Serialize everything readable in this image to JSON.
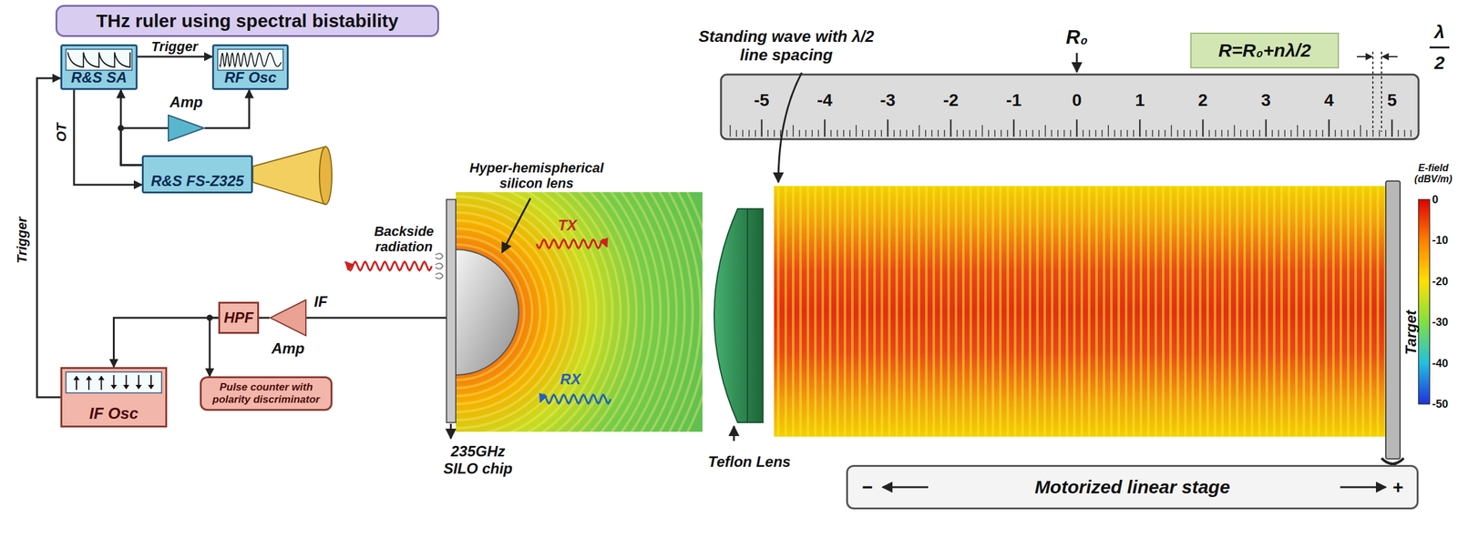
{
  "diagram": {
    "title": "THz ruler using spectral bistability",
    "nodes": [
      {
        "text": [
          "THz ruler using spectral bistability"
        ]
      },
      {
        "text": [
          "R&S SA"
        ]
      },
      {
        "text": [
          "RF Osc"
        ]
      },
      {
        "text": [
          "Amp"
        ]
      },
      {
        "text": [
          "R&S FS-Z325"
        ]
      },
      {
        "text": [
          "HPF"
        ]
      },
      {
        "text": [
          "Amp"
        ]
      },
      {
        "text": [
          "IF Osc"
        ]
      },
      {
        "text": [
          "Pulse counter with polarity discriminator"
        ]
      },
      {
        "text": [
          "R=R₀+nλ/2"
        ]
      },
      {
        "text": [
          "Motorized linear stage",
          "−",
          "+"
        ]
      }
    ],
    "edges": [
      {
        "from": 1,
        "to": 2,
        "arrow": "to",
        "label": "Trigger"
      },
      {
        "from": 4,
        "to": 1,
        "arrow": "to"
      },
      {
        "from": 1,
        "to": 4,
        "arrow": "to",
        "label": "OT"
      },
      {
        "from": 4,
        "to": 3,
        "arrow": "none"
      },
      {
        "from": 3,
        "to": 2,
        "arrow": "to"
      },
      {
        "from": 7,
        "to": 1,
        "arrow": "to",
        "label": "Trigger"
      },
      {
        "from": 6,
        "to": 5,
        "arrow": "none"
      },
      {
        "from": 5,
        "to": 7,
        "arrow": "to"
      },
      {
        "from": 5,
        "to": 8,
        "arrow": "to"
      }
    ],
    "labels": [
      "Hyper-hemispherical silicon lens",
      "Backside radiation",
      "TX",
      "RX",
      "IF",
      "235GHz SILO chip",
      "Teflon Lens",
      "Standing wave with λ/2 line spacing",
      "R₀",
      "λ",
      "2",
      "-5",
      "-4",
      "-3",
      "-2",
      "-1",
      "0",
      "1",
      "2",
      "3",
      "4",
      "5",
      "E-field (dBV/m)",
      "0",
      "-10",
      "-20",
      "-30",
      "-40",
      "-50",
      "Target"
    ]
  }
}
